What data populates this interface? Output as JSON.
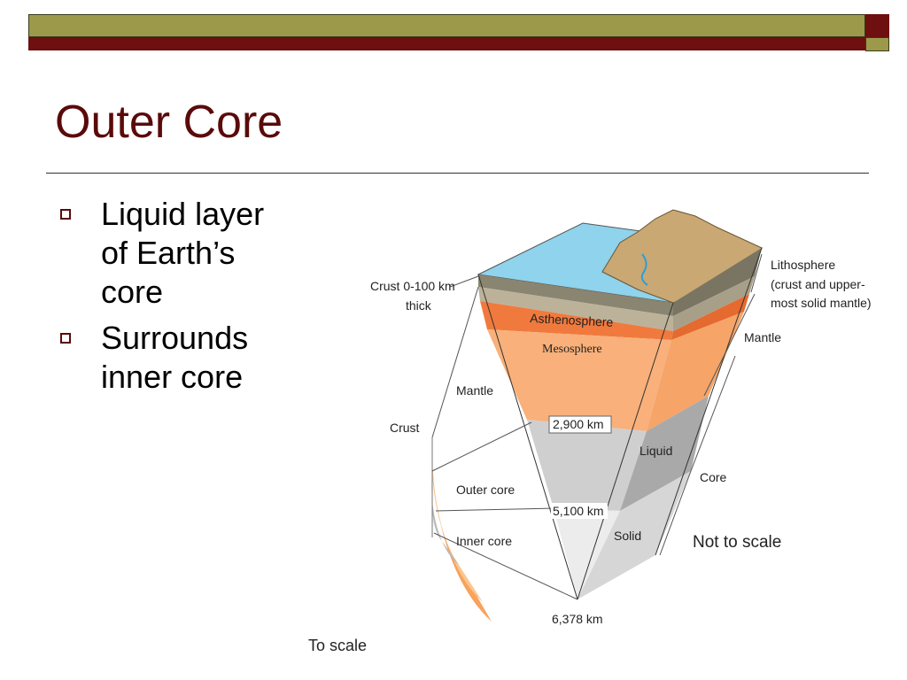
{
  "slide": {
    "title": "Outer Core",
    "bullets": [
      {
        "text": "Liquid layer\nof Earth’s\ncore"
      },
      {
        "text": "Surrounds\ninner core"
      }
    ]
  },
  "diagram": {
    "labels": {
      "crust_thickness": [
        "Crust 0-100 km",
        "thick"
      ],
      "lithosphere": [
        "Lithosphere",
        "(crust and upper-",
        "most solid mantle)"
      ],
      "asthenosphere": "Asthenosphere",
      "mesosphere": "Mesosphere",
      "mantle_left": "Mantle",
      "mantle_right": "Mantle",
      "crust": "Crust",
      "depth_2900": "2,900 km",
      "liquid": "Liquid",
      "core": "Core",
      "outer_core": "Outer core",
      "depth_5100": "5,100 km",
      "solid": "Solid",
      "inner_core": "Inner core",
      "not_to_scale": "Not to scale",
      "depth_6378": "6,378 km",
      "to_scale": "To scale"
    },
    "colors": {
      "ocean": "#8fd3ec",
      "asthenosphere": "#f07a3e",
      "mesosphere": "#f9b07a",
      "outer_core": "#c8c8c8",
      "inner_core": "#eeeeee",
      "title": "#5a0a0a",
      "bar_olive": "#9c9a4a",
      "bar_maroon": "#6e0f10"
    }
  }
}
